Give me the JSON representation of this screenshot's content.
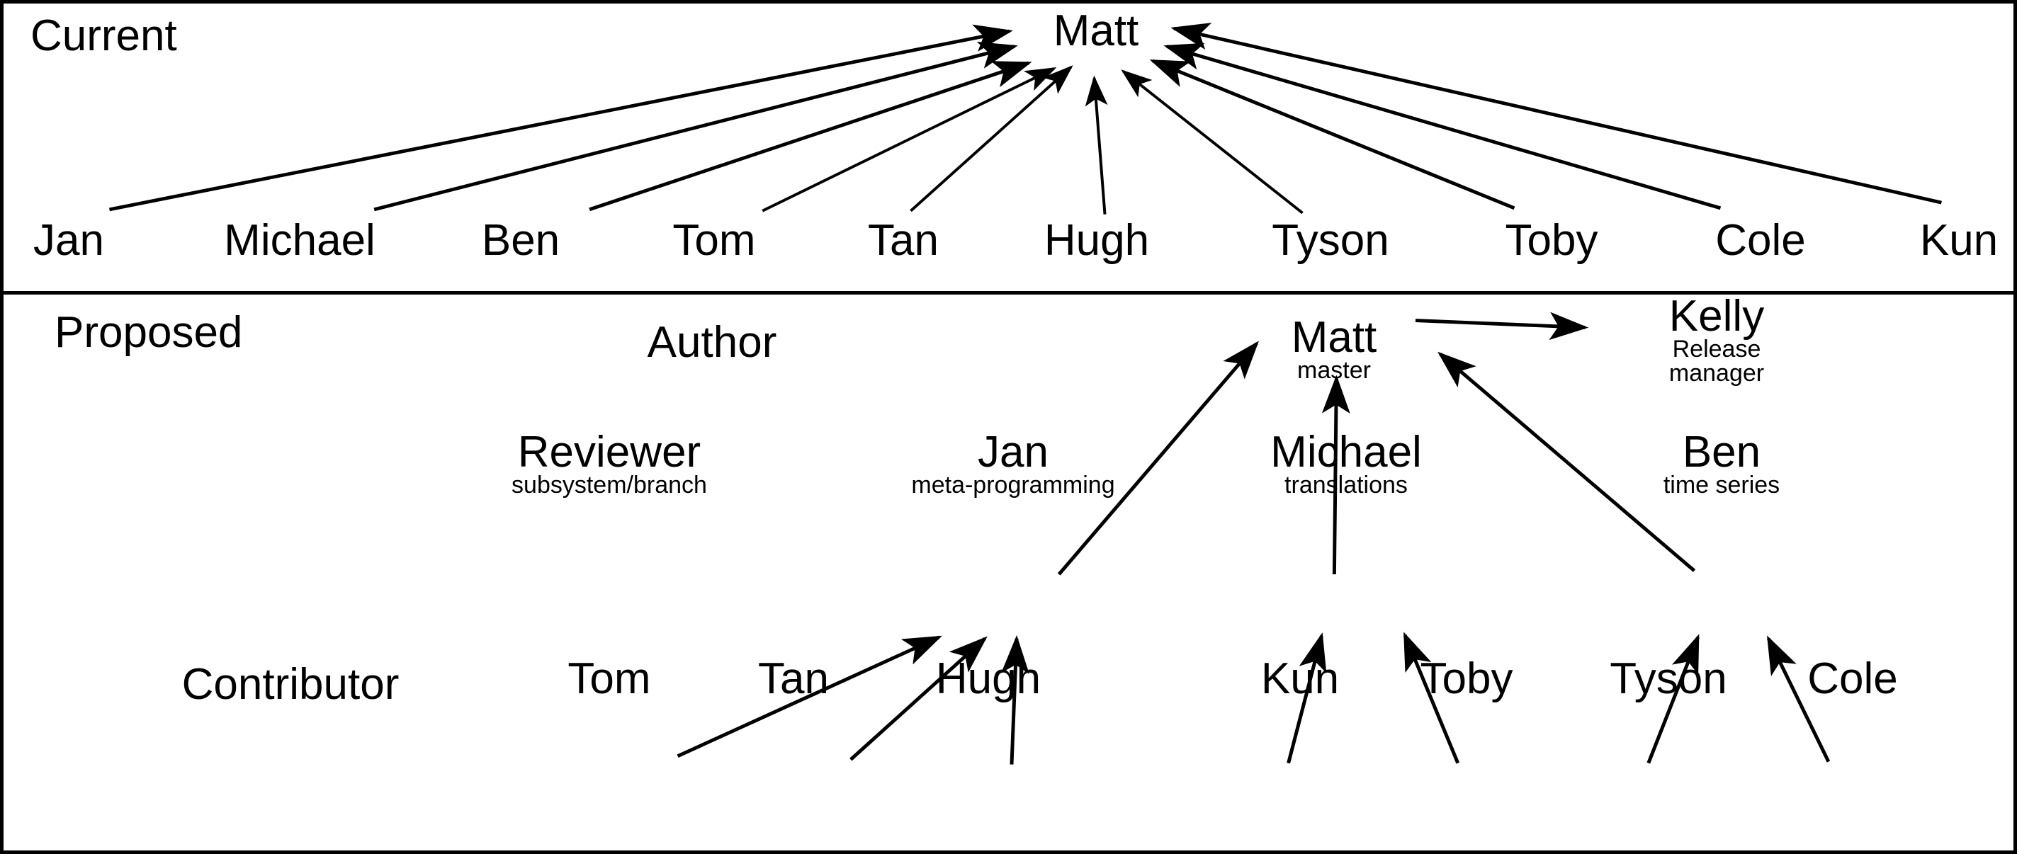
{
  "diagram": {
    "title_current": "Current",
    "title_proposed": "Proposed",
    "line_color": "#000000",
    "background_color": "#ffffff",
    "border_color": "#000000"
  },
  "current": {
    "label": "Current",
    "hub": {
      "name": "Matt"
    },
    "contributors": [
      {
        "name": "Jan"
      },
      {
        "name": "Michael"
      },
      {
        "name": "Ben"
      },
      {
        "name": "Tom"
      },
      {
        "name": "Tan"
      },
      {
        "name": "Hugh"
      },
      {
        "name": "Tyson"
      },
      {
        "name": "Toby"
      },
      {
        "name": "Cole"
      },
      {
        "name": "Kun"
      }
    ],
    "edges": [
      {
        "from": "Jan",
        "to": "Matt"
      },
      {
        "from": "Michael",
        "to": "Matt"
      },
      {
        "from": "Ben",
        "to": "Matt"
      },
      {
        "from": "Tom",
        "to": "Matt"
      },
      {
        "from": "Tan",
        "to": "Matt"
      },
      {
        "from": "Hugh",
        "to": "Matt"
      },
      {
        "from": "Tyson",
        "to": "Matt"
      },
      {
        "from": "Toby",
        "to": "Matt"
      },
      {
        "from": "Cole",
        "to": "Matt"
      },
      {
        "from": "Kun",
        "to": "Matt"
      }
    ]
  },
  "proposed": {
    "label": "Proposed",
    "roles": [
      {
        "key": "author",
        "label": "Author"
      },
      {
        "key": "reviewer",
        "label": "Reviewer",
        "sublabel": "subsystem/branch"
      },
      {
        "key": "contributor",
        "label": "Contributor"
      }
    ],
    "author": {
      "name": "Matt",
      "role": "master"
    },
    "release_manager": {
      "name": "Kelly",
      "role_line1": "Release",
      "role_line2": "manager"
    },
    "reviewers": [
      {
        "name": "Jan",
        "subsystem": "meta-programming"
      },
      {
        "name": "Michael",
        "subsystem": "translations"
      },
      {
        "name": "Ben",
        "subsystem": "time series"
      }
    ],
    "contributors": [
      {
        "name": "Tom",
        "reviewer": "Jan"
      },
      {
        "name": "Tan",
        "reviewer": "Jan"
      },
      {
        "name": "Hugh",
        "reviewer": "Jan"
      },
      {
        "name": "Kun",
        "reviewer": "Michael"
      },
      {
        "name": "Toby",
        "reviewer": "Michael"
      },
      {
        "name": "Tyson",
        "reviewer": "Ben"
      },
      {
        "name": "Cole",
        "reviewer": "Ben"
      }
    ],
    "edges": [
      {
        "from": "Jan",
        "to": "Matt"
      },
      {
        "from": "Michael",
        "to": "Matt"
      },
      {
        "from": "Ben",
        "to": "Matt"
      },
      {
        "from": "Matt",
        "to": "Kelly"
      },
      {
        "from": "Tom",
        "to": "Jan"
      },
      {
        "from": "Tan",
        "to": "Jan"
      },
      {
        "from": "Hugh",
        "to": "Jan"
      },
      {
        "from": "Kun",
        "to": "Michael"
      },
      {
        "from": "Toby",
        "to": "Michael"
      },
      {
        "from": "Tyson",
        "to": "Ben"
      },
      {
        "from": "Cole",
        "to": "Ben"
      }
    ]
  }
}
